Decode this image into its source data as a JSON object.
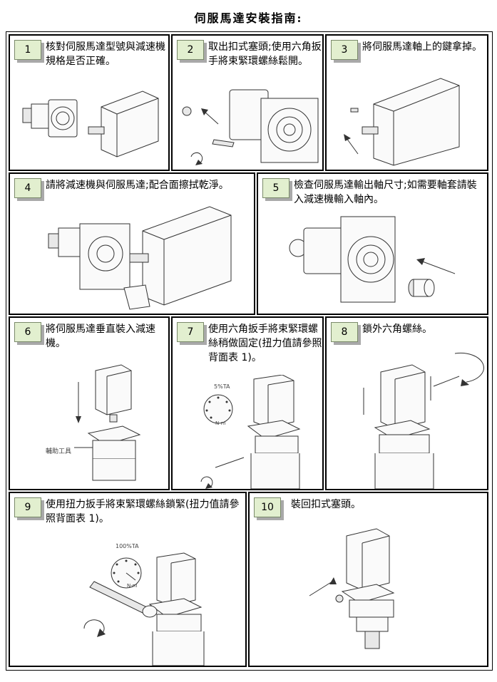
{
  "title": "伺服馬達安裝指南:",
  "steps": [
    {
      "num": "1",
      "text": "核對伺服馬達型號與減速機規格是否正確。"
    },
    {
      "num": "2",
      "text": "取出扣式塞頭;使用六角扳手將束緊環螺絲鬆開。"
    },
    {
      "num": "3",
      "text": "將伺服馬達軸上的鍵拿掉。"
    },
    {
      "num": "4",
      "text": "請將減速機與伺服馬達;配合面擦拭乾淨。"
    },
    {
      "num": "5",
      "text": "檢查伺服馬達輸出軸尺寸;如需要軸套請裝入減速機輸入軸內。"
    },
    {
      "num": "6",
      "text": "將伺服馬達垂直裝入減速機。"
    },
    {
      "num": "7",
      "text": "使用六角扳手將束緊環螺絲稍做固定(扭力值請參照背面表 1)。"
    },
    {
      "num": "8",
      "text": "鎖外六角螺絲。"
    },
    {
      "num": "9",
      "text": "使用扭力扳手將束緊環螺絲鎖緊(扭力值請參照背面表 1)。"
    },
    {
      "num": "10",
      "text": "裝回扣式塞頭。"
    }
  ],
  "labels": {
    "aux_tool": "輔助工具",
    "torque_5": "5%TA",
    "torque_100": "100%TA",
    "unit": "N-m"
  }
}
